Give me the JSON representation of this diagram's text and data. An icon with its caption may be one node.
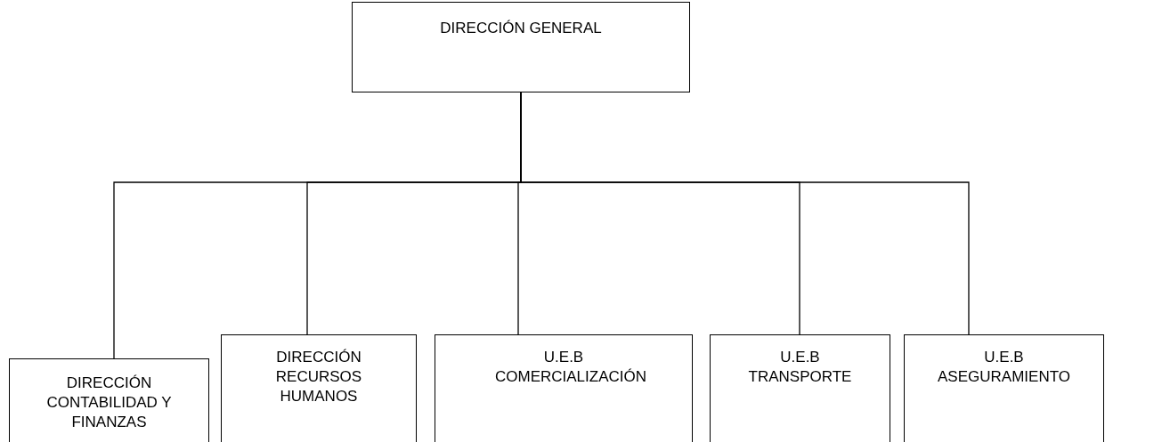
{
  "diagram": {
    "nodes": [
      {
        "text": [
          "DIRECCIÓN GENERAL"
        ]
      },
      {
        "text": [
          "DIRECCIÓN CONTABILIDAD Y FINANZAS"
        ]
      },
      {
        "text": [
          "DIRECCIÓN RECURSOS HUMANOS"
        ]
      },
      {
        "text": [
          "U.E.B COMERCIALIZACIÓN"
        ]
      },
      {
        "text": [
          "U.E.B TRANSPORTE"
        ]
      },
      {
        "text": [
          "U.E.B ASEGURAMIENTO"
        ]
      }
    ],
    "edges": [
      {
        "from": 0,
        "to": 1,
        "arrow": "none"
      },
      {
        "from": 0,
        "to": 2,
        "arrow": "none"
      },
      {
        "from": 0,
        "to": 3,
        "arrow": "none"
      },
      {
        "from": 0,
        "to": 4,
        "arrow": "none"
      },
      {
        "from": 0,
        "to": 5,
        "arrow": "none"
      }
    ]
  }
}
